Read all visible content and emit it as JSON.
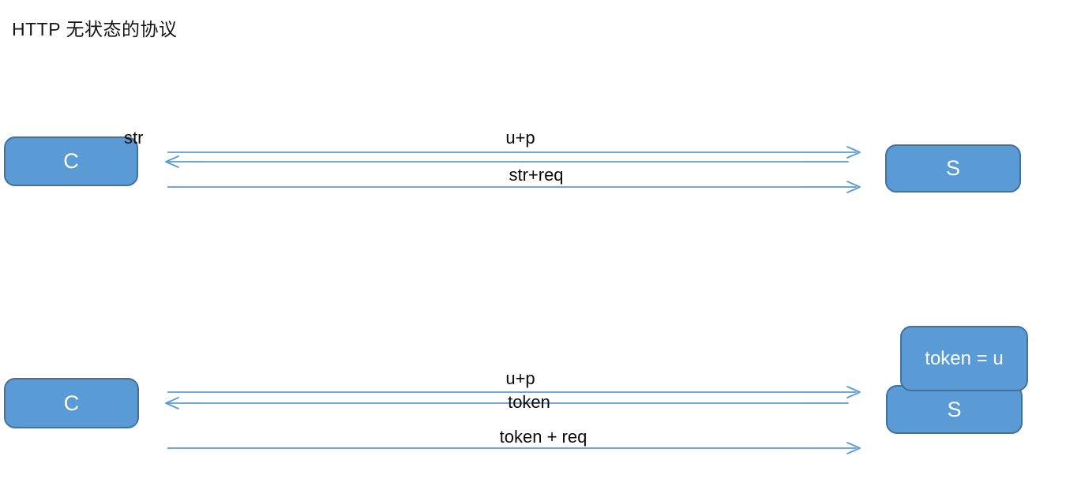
{
  "title": "HTTP 无状态的协议",
  "colors": {
    "node_fill": "#5b9bd5",
    "node_border": "#41719c",
    "arrow": "#5b9bd5",
    "label_text": "#0a0a0a",
    "node_text": "#ffffff",
    "background": "#ffffff"
  },
  "top_flow": {
    "client_label": "C",
    "server_label": "S",
    "client_note": "str",
    "messages": [
      {
        "label": "u+p",
        "direction": "right"
      },
      {
        "label": "",
        "direction": "left"
      },
      {
        "label": "str+req",
        "direction": "right"
      }
    ]
  },
  "bottom_flow": {
    "client_label": "C",
    "server_label": "S",
    "server_note": "token = u",
    "messages": [
      {
        "label": "u+p",
        "direction": "right"
      },
      {
        "label": "token",
        "direction": "left"
      },
      {
        "label": "token + req",
        "direction": "right"
      }
    ]
  }
}
